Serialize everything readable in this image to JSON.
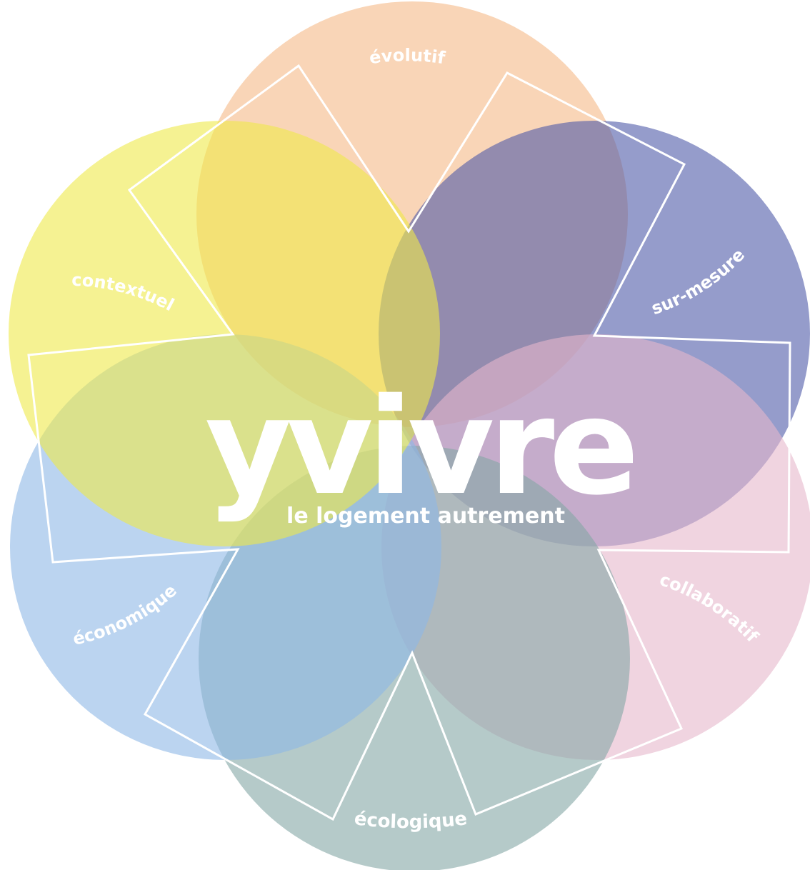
{
  "logo": {
    "wordmark": "yvivre",
    "tagline": "le logement autrement"
  },
  "petals": [
    {
      "id": "evolutif",
      "label": "évolutif",
      "color": "#f5b987"
    },
    {
      "id": "sur-mesure",
      "label": "sur-mesure",
      "color": "#4e5aa8"
    },
    {
      "id": "collaboratif",
      "label": "collaboratif",
      "color": "#e6b7cc"
    },
    {
      "id": "ecologique",
      "label": "écologique",
      "color": "#84a7a5"
    },
    {
      "id": "economique",
      "label": "économique",
      "color": "#8db8e6"
    },
    {
      "id": "contextuel",
      "label": "contextuel",
      "color": "#efe94a"
    }
  ],
  "colors": {
    "background": "#ffffff",
    "outline": "#ffffff",
    "text": "#ffffff"
  }
}
